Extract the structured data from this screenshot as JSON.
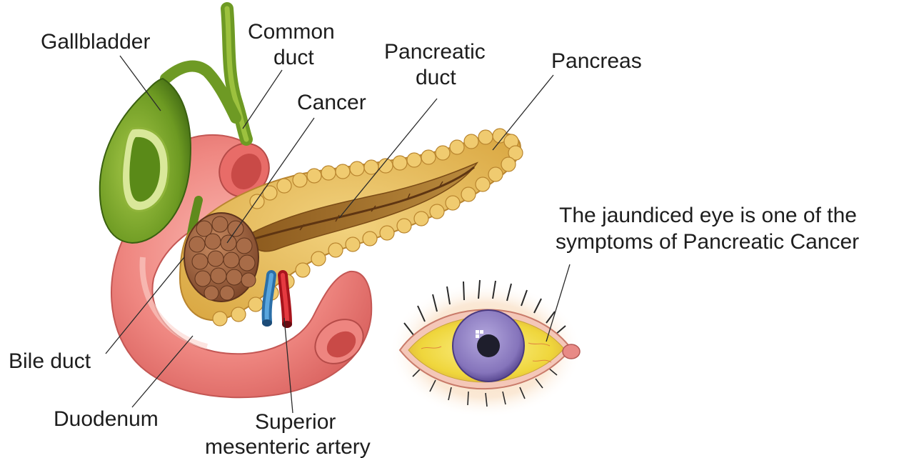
{
  "labels": {
    "gallbladder": "Gallbladder",
    "common_duct_1": "Common",
    "common_duct_2": "duct",
    "pancreatic_duct_1": "Pancreatic",
    "pancreatic_duct_2": "duct",
    "pancreas": "Pancreas",
    "cancer": "Cancer",
    "bile_duct": "Bile duct",
    "duodenum": "Duodenum",
    "sma_1": "Superior",
    "sma_2": "mesenteric artery",
    "eye_caption_1": "The jaundiced eye is one of the",
    "eye_caption_2": "symptoms of Pancreatic Cancer"
  },
  "colors": {
    "duodenum": "#f08a86",
    "duodenum_inner": "#f6b2ac",
    "gallbladder": "#7aa82a",
    "gallbladder_dark": "#3f6a12",
    "pancreas": "#e6b85a",
    "pancreas_shadow": "#b07d2a",
    "pancreatic_duct": "#8a5a1c",
    "tumor": "#9a6040",
    "vein": "#3a8ac8",
    "artery": "#d8202a",
    "sclera": "#f3e24a",
    "iris": "#8c7cc0",
    "pupil": "#222233"
  }
}
